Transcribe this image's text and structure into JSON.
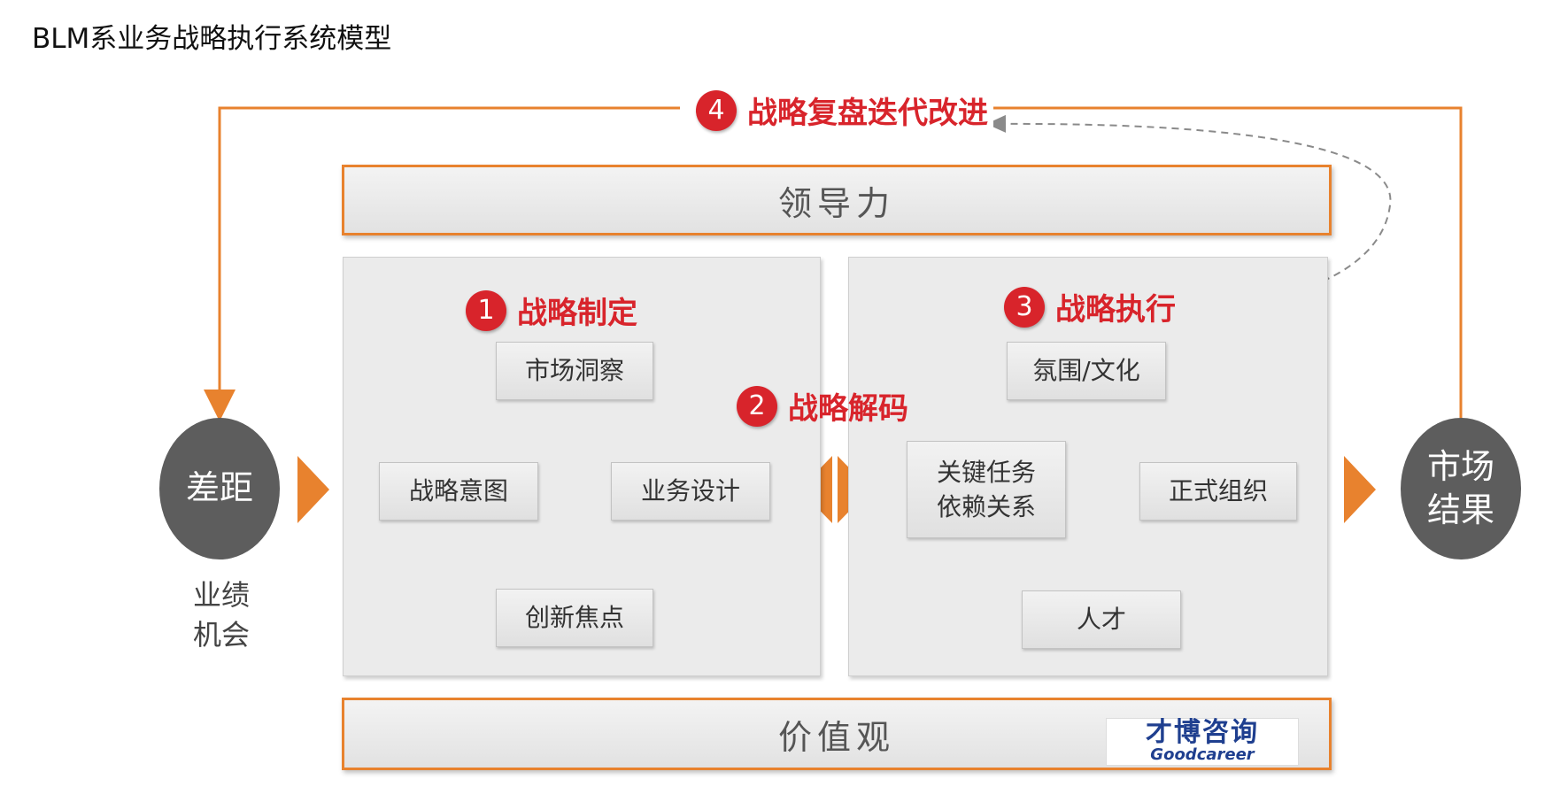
{
  "title": "BLM系业务战略执行系统模型",
  "leadership": "领导力",
  "values": "价值观",
  "gap": "差距",
  "opportunity": "业绩\n机会",
  "market_result": "市场\n结果",
  "steps": [
    {
      "num": "1",
      "label": "战略制定"
    },
    {
      "num": "2",
      "label": "战略解码"
    },
    {
      "num": "3",
      "label": "战略执行"
    },
    {
      "num": "4",
      "label": "战略复盘迭代改进"
    }
  ],
  "strategy_nodes": {
    "top": "市场洞察",
    "left": "战略意图",
    "right": "业务设计",
    "bottom": "创新焦点"
  },
  "execution_nodes": {
    "top": "氛围/文化",
    "left": "关键任务\n依赖关系",
    "right": "正式组织",
    "bottom": "人才"
  },
  "logo": {
    "cn": "才博咨询",
    "en": "Goodcareer"
  },
  "colors": {
    "accent": "#e8822e",
    "step_red": "#d8242b",
    "circle_gray": "#5d5d5d"
  }
}
